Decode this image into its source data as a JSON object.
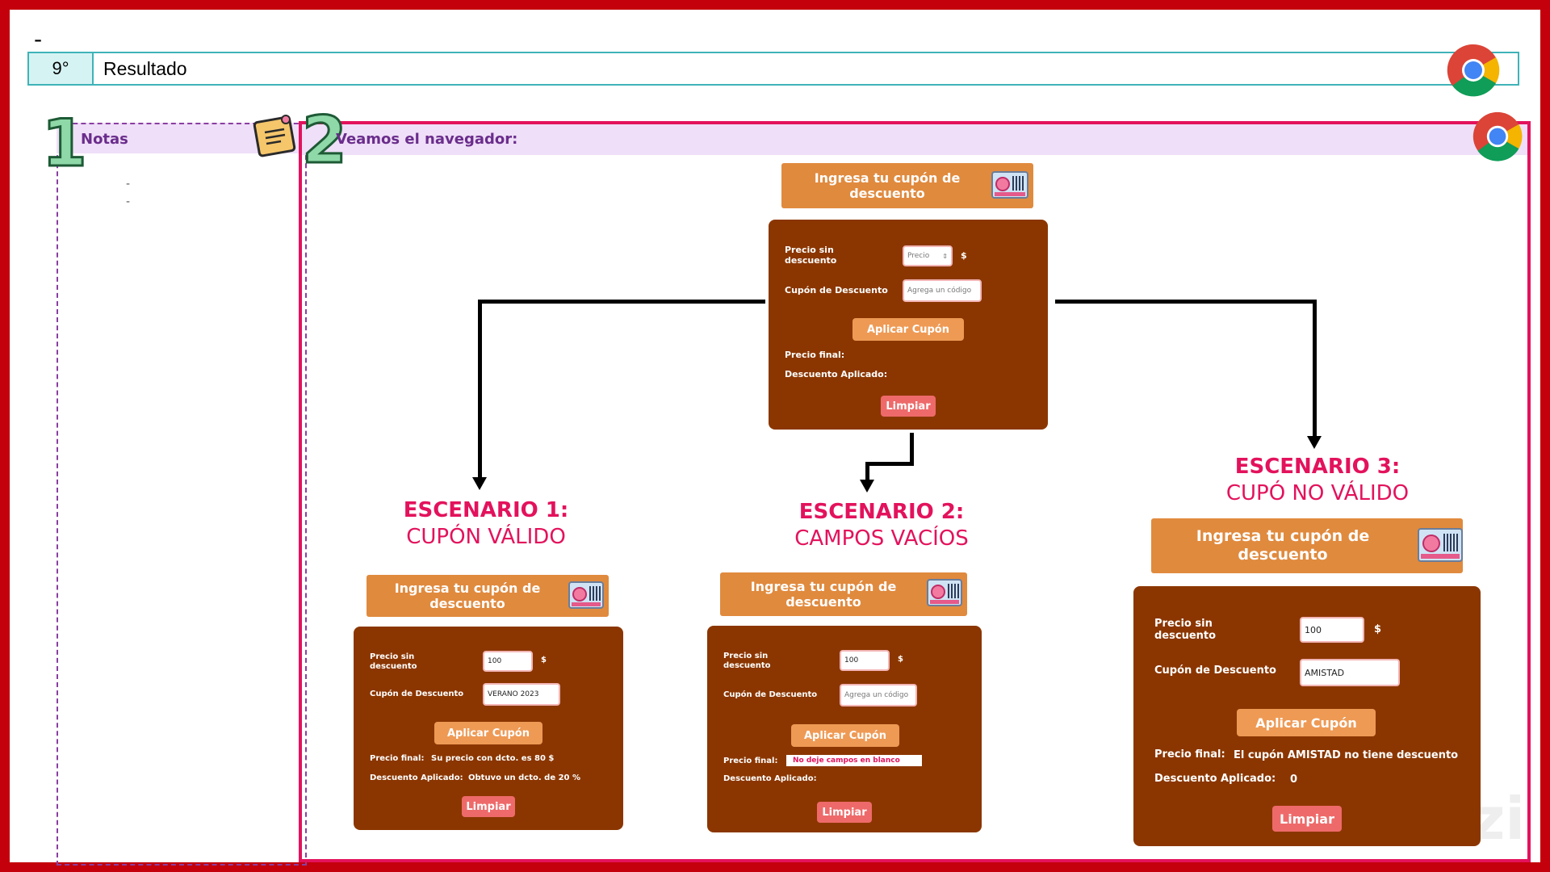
{
  "slide": {
    "dash": "-",
    "number": "9°",
    "title": "Resultado"
  },
  "notes": {
    "step": "1",
    "title": "Notas",
    "bullets": [
      "-",
      "-"
    ]
  },
  "browser": {
    "step": "2",
    "title": "Veamos el navegador:"
  },
  "app_template": {
    "header": "Ingresa tu cupón de descuento",
    "price_label": "Precio sin descuento",
    "coupon_label": "Cupón de Descuento",
    "apply_label": "Aplicar Cupón",
    "final_label": "Precio final:",
    "discount_label": "Descuento Aplicado:",
    "clear_label": "Limpiar",
    "currency": "$"
  },
  "main_form": {
    "price_placeholder": "Precio",
    "coupon_placeholder": "Agrega un código"
  },
  "scenarios": [
    {
      "title_a": "ESCENARIO 1:",
      "title_b": "CUPÓN VÁLIDO",
      "price": "100",
      "coupon": "VERANO 2023",
      "final": "Su precio con dcto. es 80 $",
      "discount": "Obtuvo un dcto. de 20 %"
    },
    {
      "title_a": "ESCENARIO 2:",
      "title_b": "CAMPOS VACÍOS",
      "price": "100",
      "coupon_placeholder": "Agrega un código",
      "final": "No deje campos en blanco",
      "discount": ""
    },
    {
      "title_a": "ESCENARIO 3:",
      "title_b": "CUPÓ NO VÁLIDO",
      "price": "100",
      "coupon": "AMISTAD",
      "final": "El cupón AMISTAD no tiene descuento",
      "discount": "0"
    }
  ],
  "colors": {
    "frame": "#c4000c",
    "accent_pink": "#e3125c",
    "app_header": "#e08a3e",
    "app_body": "#8b3600",
    "button": "#ee9a55",
    "button_clear": "#ee6a6a"
  }
}
